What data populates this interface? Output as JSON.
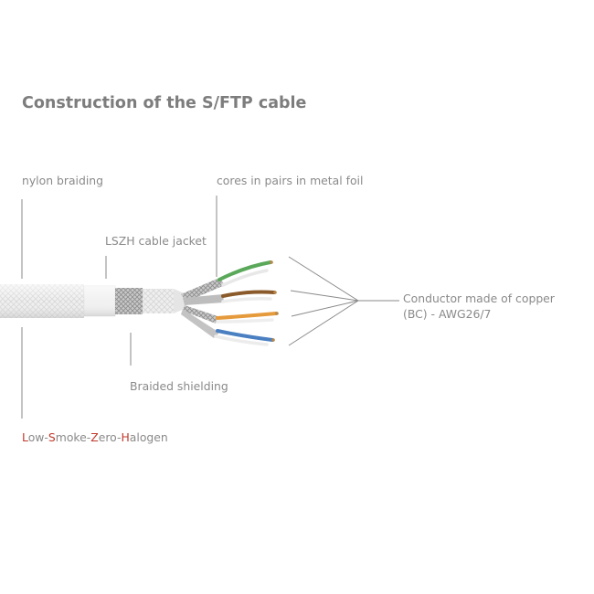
{
  "title": "Construction of the S/FTP cable",
  "labels": {
    "nylon_braiding": "nylon braiding",
    "cores_in_pairs": "cores in pairs in metal foil",
    "lszh_jacket": "LSZH cable jacket",
    "braided_shielding": "Braided shielding",
    "conductor_line1": "Conductor made of copper",
    "conductor_line2": "(BC) - AWG26/7"
  },
  "lszh_full": {
    "L": "L",
    "ow": "ow-",
    "S": "S",
    "moke": "moke-",
    "Z": "Z",
    "ero": "ero-",
    "H": "H",
    "alogen": "alogen"
  },
  "colors": {
    "text": "#8a8a8a",
    "title": "#7d7d7d",
    "accent_red": "#c0392b",
    "wire_green": "#5aa85a",
    "wire_brown": "#8b5a2b",
    "wire_orange": "#e59a3c",
    "wire_blue": "#4a7fc1"
  }
}
